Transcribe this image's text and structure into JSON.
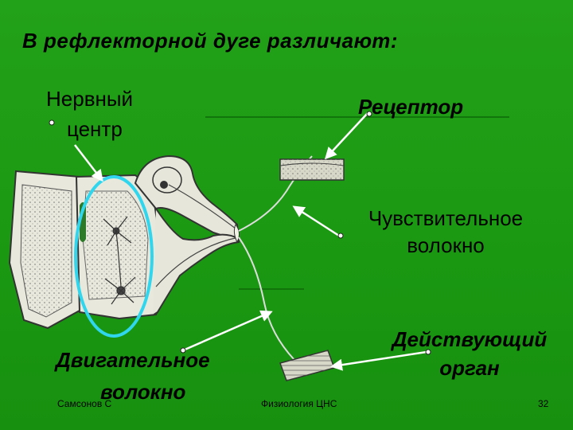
{
  "title": "В рефлекторной дуге различают:",
  "labels": {
    "nerve_center_line1": "Нервный",
    "nerve_center_line2": "центр",
    "receptor": "Рецептор",
    "sensory_fiber_line1": "Чувствительное",
    "sensory_fiber_line2": "волокно",
    "effector_line1": "Действующий",
    "effector_line2": "орган",
    "motor_fiber_line1": "Двигательное",
    "motor_fiber_line2": "волокно"
  },
  "footer": {
    "author": "Самсонов С",
    "course": "Физиология ЦНС",
    "page": "32"
  },
  "colors": {
    "background": "#1b9812",
    "ellipse": "#2fd6ee",
    "arrow": "#ffffff",
    "tissue": "#e6e6da"
  }
}
